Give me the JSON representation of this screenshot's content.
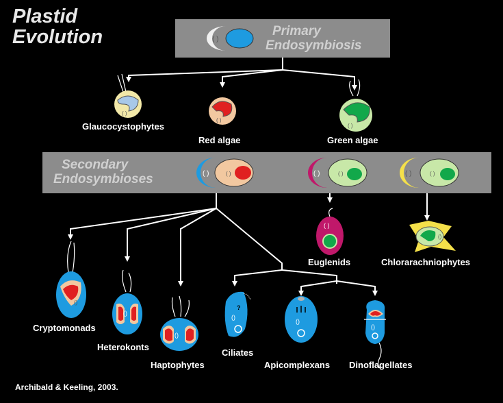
{
  "title": {
    "line1": "Plastid",
    "line2": "Evolution"
  },
  "primary": {
    "line1": "Primary",
    "line2": "Endosymbiosis"
  },
  "secondary": {
    "line1": "Secondary",
    "line2": "Endosymbioses"
  },
  "organisms": {
    "glaucocystophytes": "Glaucocystophytes",
    "red_algae": "Red algae",
    "green_algae": "Green algae",
    "euglenids": "Euglenids",
    "chlorarachniophytes": "Chlorarachniophytes",
    "cryptomonads": "Cryptomonads",
    "heterokonts": "Heterokonts",
    "haptophytes": "Haptophytes",
    "ciliates": "Ciliates",
    "apicomplexans": "Apicomplexans",
    "dinoflagellates": "Dinoflagellates"
  },
  "credit": "Archibald & Keeling, 2003.",
  "colors": {
    "band": "#8c8c8c",
    "host_blue": "#1e9be0",
    "red_plastid": "#e02020",
    "green_plastid": "#12a84a",
    "magenta_host": "#c0186a",
    "yellow_host": "#f4e04a",
    "tan_cell": "#f2c8a0",
    "light_green_cell": "#c8e8a8",
    "cream_cell": "#f2e8a8"
  }
}
